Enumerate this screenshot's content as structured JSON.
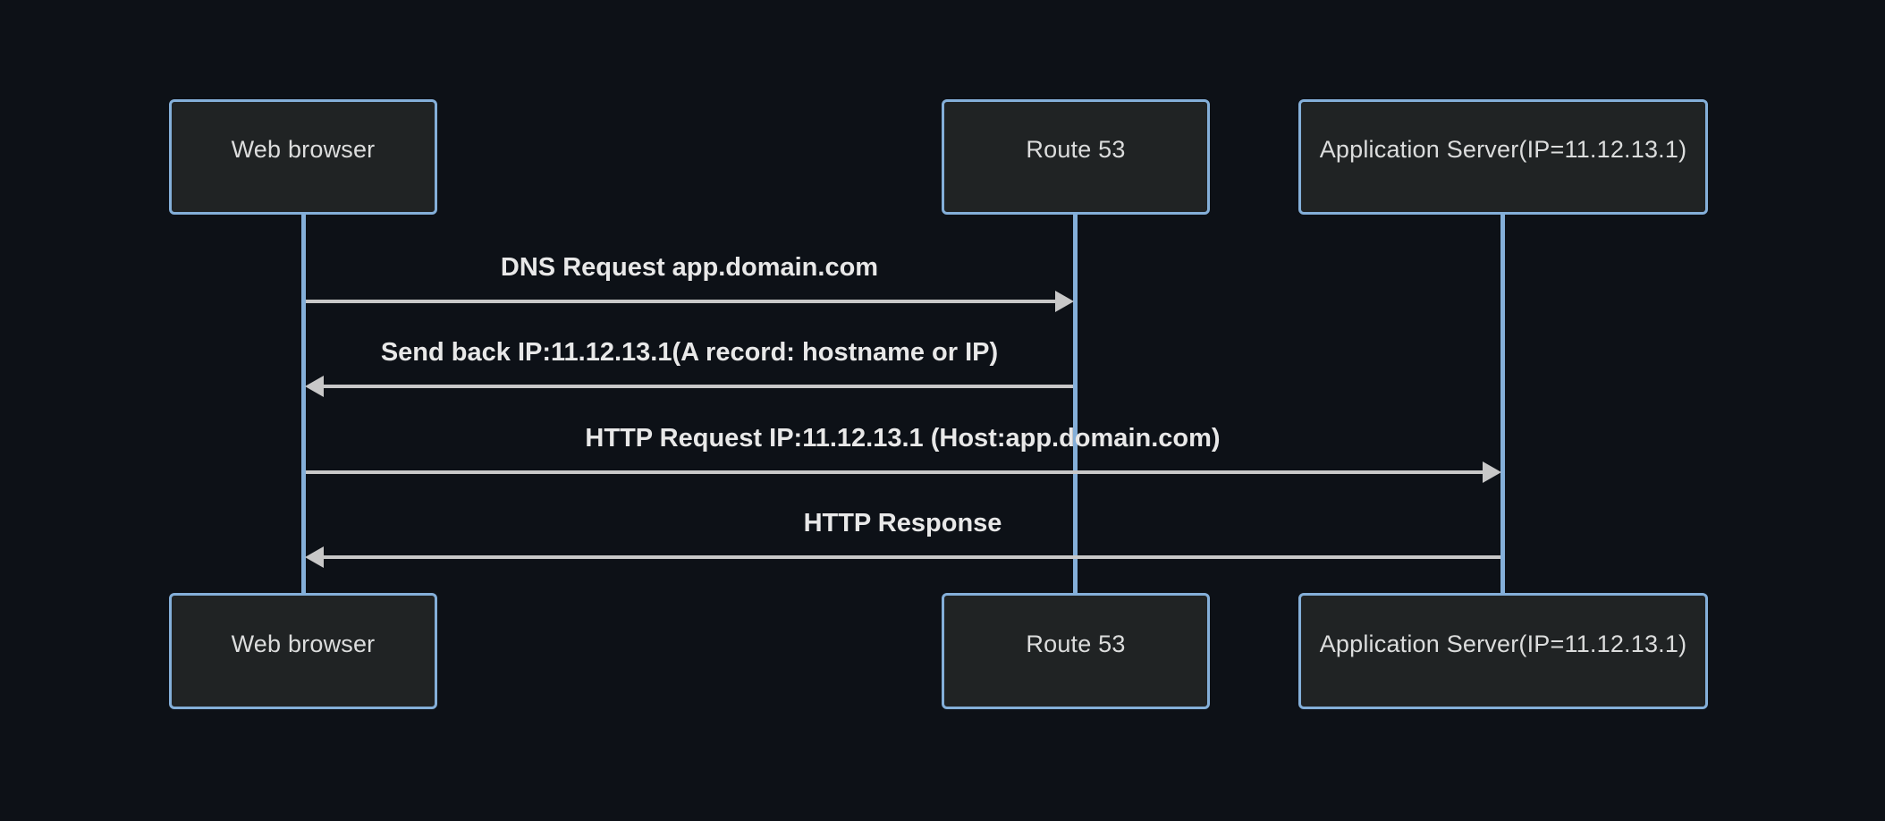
{
  "diagram": {
    "type": "sequence",
    "colors": {
      "background": "#0d1117",
      "actor_fill": "#202324",
      "actor_border": "#84afd9",
      "actor_text": "#dcdddd",
      "lifeline": "#84afd9",
      "signal_line": "#c8c8c8",
      "signal_text": "#e8e8e8"
    },
    "actors": [
      {
        "id": "web-browser",
        "label": "Web browser"
      },
      {
        "id": "route53",
        "label": "Route 53"
      },
      {
        "id": "app-server",
        "label": "Application Server(IP=11.12.13.1)"
      }
    ],
    "messages": [
      {
        "from": "web-browser",
        "to": "route53",
        "direction": "right",
        "label": "DNS Request app.domain.com"
      },
      {
        "from": "route53",
        "to": "web-browser",
        "direction": "left",
        "label": "Send back IP:11.12.13.1(A record: hostname or IP)"
      },
      {
        "from": "web-browser",
        "to": "app-server",
        "direction": "right",
        "label": "HTTP Request IP:11.12.13.1 (Host:app.domain.com)"
      },
      {
        "from": "app-server",
        "to": "web-browser",
        "direction": "left",
        "label": "HTTP Response"
      }
    ]
  }
}
